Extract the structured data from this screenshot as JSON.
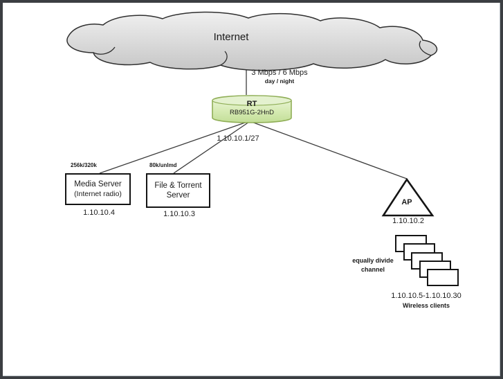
{
  "cloud": {
    "label": "Internet",
    "fill_top": "#f0f0f0",
    "fill_bottom": "#c6c6c6",
    "stroke": "#2f2f2f"
  },
  "wan_link": {
    "bandwidth": "3 Mbps / 6 Mbps",
    "schedule": "day / night"
  },
  "router": {
    "name": "RT",
    "model": "RB951G-2HnD",
    "ip": "1.10.10.1/27",
    "fill_light": "#eef6e0",
    "fill_mid": "#d7ebb4",
    "fill_dark": "#c2de97",
    "top_fill": "#e4f1cf",
    "stroke": "#8fae56"
  },
  "media_server": {
    "bandwidth_limit": "256k/320k",
    "name_line1": "Media Server",
    "name_line2": "(Internet radio)",
    "ip": "1.10.10.4"
  },
  "file_server": {
    "bandwidth_limit": "80k/unlmd",
    "name_line1": "File & Torrent",
    "name_line2": "Server",
    "ip": "1.10.10.3"
  },
  "access_point": {
    "label": "AP",
    "ip": "1.10.10.2"
  },
  "wireless_clients": {
    "count": 5,
    "note_line1": "equally divide",
    "note_line2": "channel",
    "ip_range": "1.10.10.5-1.10.10.30",
    "label": "Wireless clients"
  },
  "connector_color": "#3c3c3c"
}
